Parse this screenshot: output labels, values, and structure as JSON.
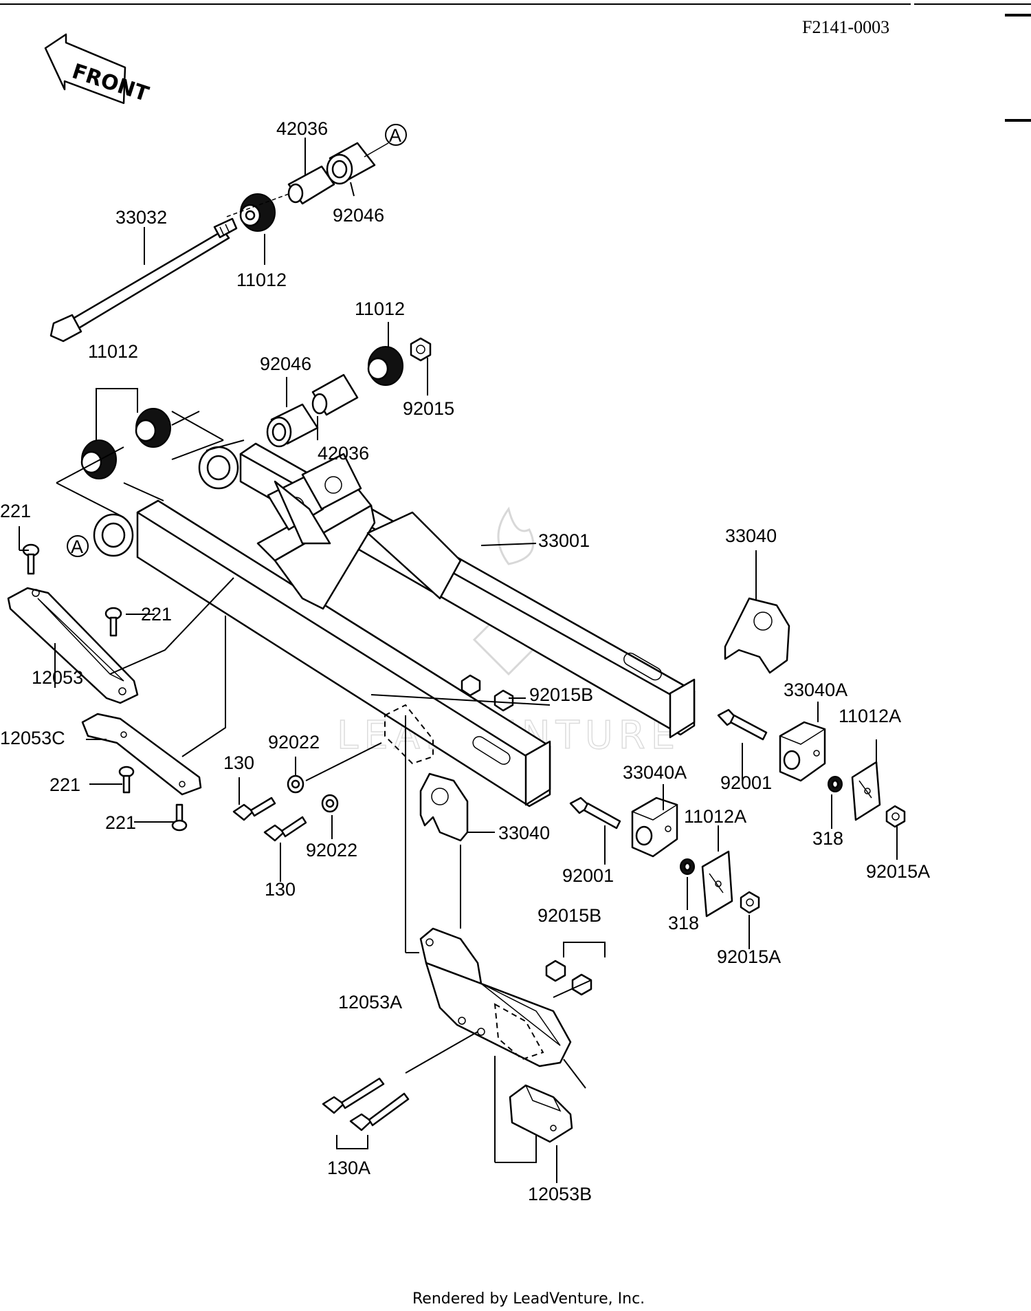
{
  "diagram_code": "F2141-0003",
  "front_marker": "FRONT",
  "ref_marker": "A",
  "watermark": "LEADVENTURE",
  "footer": "Rendered by LeadVenture, Inc.",
  "labels": {
    "l42036_top": "42036",
    "l33032": "33032",
    "l92046_top": "92046",
    "l11012_top": "11012",
    "l11012_mid": "11012",
    "l11012_left": "11012",
    "l92046_mid": "92046",
    "l92015": "92015",
    "l42036_mid": "42036",
    "l221_a": "221",
    "l33001": "33001",
    "l33040_right": "33040",
    "l221_b": "221",
    "l12053": "12053",
    "l92015B_a": "92015B",
    "l33040A_right": "33040A",
    "l11012A_right": "11012A",
    "l12053C": "12053C",
    "l92022_a": "92022",
    "l130_a": "130",
    "l92001_right": "92001",
    "l221_c": "221",
    "l33040A_mid": "33040A",
    "l11012A_mid": "11012A",
    "l221_d": "221",
    "l318_right": "318",
    "l92015A_right": "92015A",
    "l33040_mid": "33040",
    "l92022_b": "92022",
    "l130_b": "130",
    "l92001_mid": "92001",
    "l318_mid": "318",
    "l92015B_b": "92015B",
    "l92015A_mid": "92015A",
    "l12053A": "12053A",
    "l130A": "130A",
    "l12053B": "12053B"
  }
}
